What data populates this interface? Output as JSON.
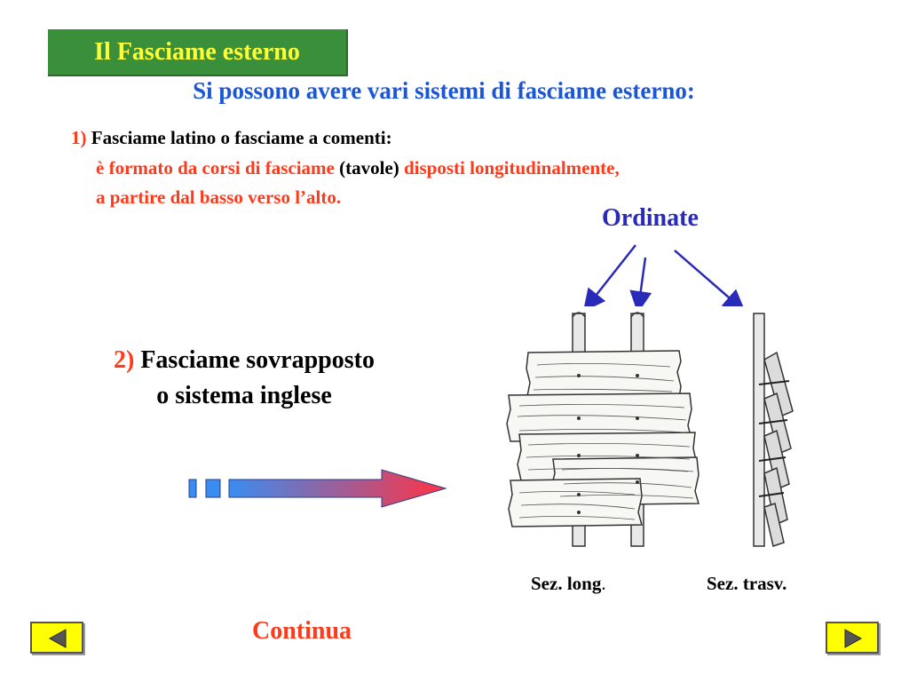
{
  "title": "Il Fasciame esterno",
  "subtitle": "Si possono avere vari sistemi di fasciame esterno:",
  "item1": {
    "number": "1)",
    "heading": "Fasciame latino o fasciame a comenti:",
    "line2_red_a": "è formato da corsi di fasciame",
    "line2_black": "(tavole)",
    "line2_red_b": "disposti longitudinalmente,",
    "line3_red": "a partire dal basso verso l’alto."
  },
  "item2": {
    "number": "2)",
    "line1": "Fasciame sovrapposto",
    "line2": "o sistema inglese"
  },
  "figure": {
    "label_ordinate": "Ordinate",
    "caption_long": "Sez. long",
    "caption_long_dot": ".",
    "caption_trasv": "Sez. trasv."
  },
  "nav": {
    "continue_label": "Continua",
    "prev_icon": "triangle-left-icon",
    "next_icon": "triangle-right-icon"
  },
  "colors": {
    "title_bg": "#3a8f3a",
    "title_text": "#ffff33",
    "subtitle": "#1a56d6",
    "accent_red": "#ff3a1a",
    "ordinate_blue": "#2a2ab8",
    "nav_yellow": "#ffff00"
  }
}
